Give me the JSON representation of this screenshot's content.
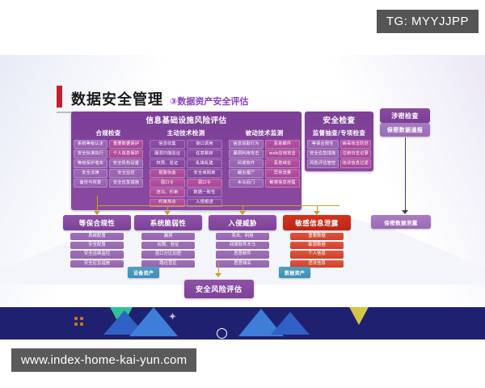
{
  "overlays": {
    "tg_badge": "TG: MYYJJPP",
    "watermark": "www.index-home-kai-yun.com"
  },
  "slide": {
    "title": "数据安全管理",
    "subtitle": "③数据资产安全评估",
    "panels": [
      {
        "name": "infra",
        "title": "信息基础设施风险评估",
        "sections": [
          {
            "heading": "合规检查",
            "left": [
              "系统等级认定",
              "安全标准执行",
              "等级保护落实",
              "安全法律",
              "备份与恢复"
            ],
            "right": [
              "重要数据保护",
              "个人信息保护",
              "安全机构设置",
              "安全监控",
              "安全应急措施"
            ]
          },
          {
            "heading": "主动技术检测",
            "left": [
              "信息收集",
              "漏洞扫描验证",
              "权限、验证",
              "报警伪造",
              "弱口令",
              "挂马、约束",
              "约束热点"
            ],
            "right": [
              "接口调用",
              "任意跳转",
              "乱填乱建",
              "安全域隔离",
              "弱口令",
              "数据一致性",
              "入侵痕迹"
            ]
          },
          {
            "heading": "被动技术监测",
            "left": [
              "信息窃取行为",
              "漏洞利用攻击",
              "间谍软件",
              "蠕虫僵尸",
              "木马后门"
            ],
            "right": [
              "恶意邮件",
              "web应用攻击",
              "恶意域名",
              "异常流量",
              "敏感信息泄露"
            ]
          }
        ]
      },
      {
        "name": "security-check",
        "title": "安全检查",
        "sections": [
          {
            "heading": "监督抽查/专项检查",
            "left": [
              "等保合规性",
              "安全应急措施",
              "风险评估管控"
            ],
            "right": [
              "病毒攻击防范",
              "注册日志记录",
              "违法信息过滤"
            ]
          }
        ]
      }
    ],
    "side_boxes": [
      {
        "label": "涉密检查"
      },
      {
        "label": "保密数据通报"
      }
    ],
    "results": [
      {
        "title": "等保合规性",
        "items": [
          "系统配置",
          "安全配置",
          "安全运维监控",
          "安全应急措施"
        ],
        "accent": "purple"
      },
      {
        "title": "系统脆弱性",
        "items": [
          "漏洞",
          "权限、验证",
          "窗口分区加密",
          "路径盲区"
        ],
        "accent": "purple"
      },
      {
        "title": "入侵威胁",
        "items": [
          "攻击、利用",
          "间谍软件木马",
          "恶意邮件",
          "恶意域名"
        ],
        "accent": "purple"
      },
      {
        "title": "敏感信息泄露",
        "items": [
          "重要数据",
          "敏感数据",
          "个人信息",
          "违法信息"
        ],
        "accent": "red"
      }
    ],
    "result_side": {
      "label": "保密数据泄露"
    },
    "assets": [
      {
        "label": "设备资产"
      },
      {
        "label": "数据资产"
      }
    ],
    "final": {
      "label": "安全风险评估"
    }
  },
  "colors": {
    "accent_purple": "#7c3f96",
    "accent_red": "#c0212b",
    "band_navy": "#1f2170",
    "asset_blue": "#3f8fb6",
    "arrow_gold": "#c9a227"
  }
}
